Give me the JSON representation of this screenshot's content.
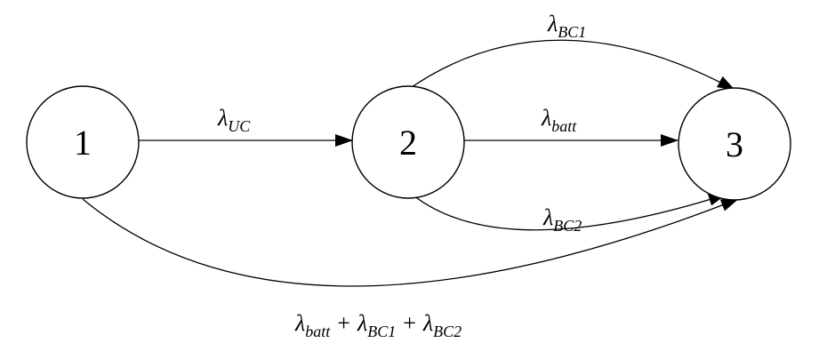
{
  "states": [
    {
      "id": "1",
      "label": "1"
    },
    {
      "id": "2",
      "label": "2"
    },
    {
      "id": "3",
      "label": "3"
    }
  ],
  "transitions": [
    {
      "from": "1",
      "to": "2",
      "symbol": "λ",
      "sub": "UC"
    },
    {
      "from": "2",
      "to": "3",
      "symbol": "λ",
      "sub": "BC1"
    },
    {
      "from": "2",
      "to": "3",
      "symbol": "λ",
      "sub": "batt"
    },
    {
      "from": "2",
      "to": "3",
      "symbol": "λ",
      "sub": "BC2"
    },
    {
      "from": "1",
      "to": "3",
      "terms": [
        {
          "symbol": "λ",
          "sub": "batt"
        },
        {
          "symbol": "λ",
          "sub": "BC1"
        },
        {
          "symbol": "λ",
          "sub": "BC2"
        }
      ],
      "operator": "+"
    }
  ]
}
